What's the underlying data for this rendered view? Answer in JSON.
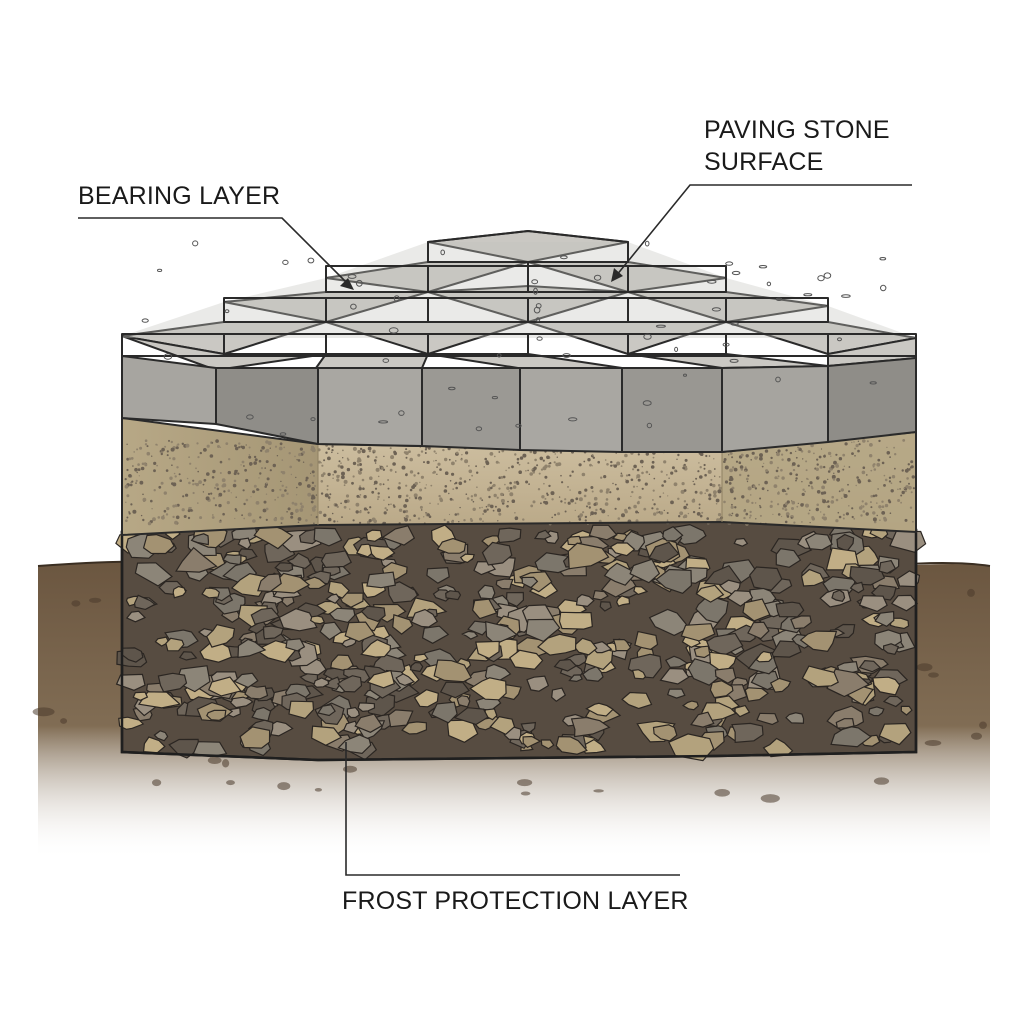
{
  "labels": {
    "bearing_layer": "BEARING LAYER",
    "paving_stone_line1": "PAVING STONE",
    "paving_stone_line2": "SURFACE",
    "frost_protection": "FROST PROTECTION LAYER"
  },
  "colors": {
    "background": "#ffffff",
    "stone_top": "#c9c7c2",
    "stone_front": "#a9a7a2",
    "stone_side": "#8e8c87",
    "sand_front": "#c8b89a",
    "sand_side": "#b0a282",
    "gravel_base": "#5b5146",
    "soil": "#6e5a43",
    "outline": "#2a2a2a"
  }
}
